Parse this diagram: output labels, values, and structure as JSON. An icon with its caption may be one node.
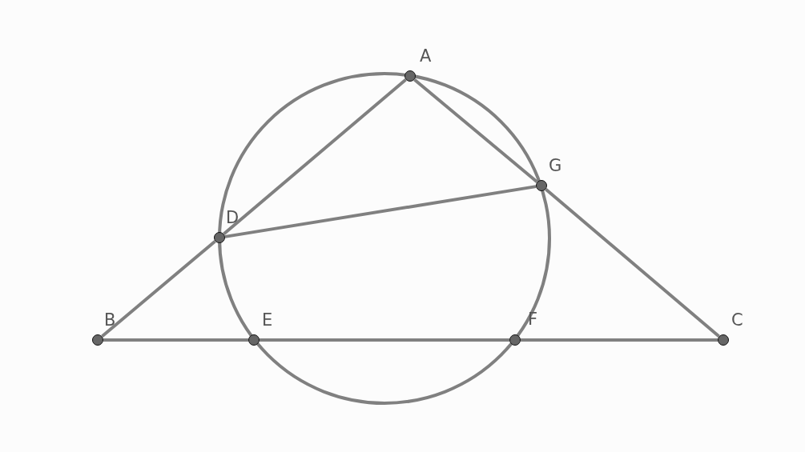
{
  "diagram": {
    "nodes": [
      {
        "text": [
          "A"
        ]
      },
      {
        "text": [
          "B"
        ]
      },
      {
        "text": [
          "C"
        ]
      },
      {
        "text": [
          "D"
        ]
      },
      {
        "text": [
          "E"
        ]
      },
      {
        "text": [
          "F"
        ]
      },
      {
        "text": [
          "G"
        ]
      }
    ],
    "edges": [
      {
        "from": 0,
        "to": 3,
        "arrow": "none"
      },
      {
        "from": 3,
        "to": 1,
        "arrow": "none"
      },
      {
        "from": 0,
        "to": 6,
        "arrow": "none"
      },
      {
        "from": 6,
        "to": 2,
        "arrow": "none"
      },
      {
        "from": 1,
        "to": 4,
        "arrow": "none"
      },
      {
        "from": 4,
        "to": 5,
        "arrow": "none"
      },
      {
        "from": 5,
        "to": 2,
        "arrow": "none"
      },
      {
        "from": 3,
        "to": 6,
        "arrow": "none"
      }
    ]
  }
}
